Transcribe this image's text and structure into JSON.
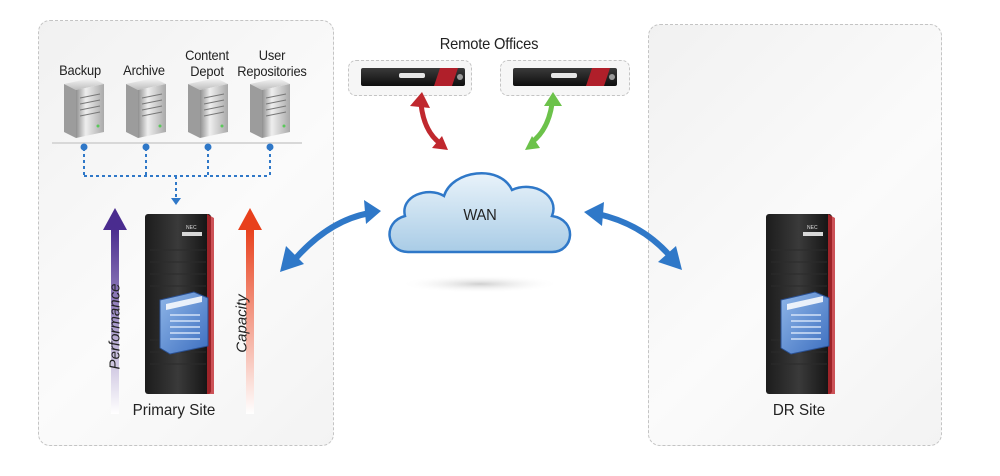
{
  "remote_offices": {
    "title": "Remote Offices"
  },
  "primary_site": {
    "label": "Primary Site",
    "servers": [
      {
        "label": "Backup"
      },
      {
        "label": "Archive"
      },
      {
        "label": "Content\nDepot"
      },
      {
        "label": "User\nRepositories"
      }
    ],
    "performance_label": "Performance",
    "capacity_label": "Capacity"
  },
  "wan": {
    "label": "WAN"
  },
  "dr_site": {
    "label": "DR Site"
  },
  "colors": {
    "link_blue": "#2f78c8",
    "performance_purple": "#4a2c8f",
    "capacity_red": "#e8401c",
    "remote_red": "#c0282e",
    "remote_green": "#6cc24a",
    "cloud": "#cfe3f2"
  },
  "icons": {
    "server": "server-tower-icon",
    "rack": "storage-rack-icon",
    "folder": "folder-icon",
    "cloud": "cloud-icon",
    "appliance": "rack-appliance-icon"
  }
}
